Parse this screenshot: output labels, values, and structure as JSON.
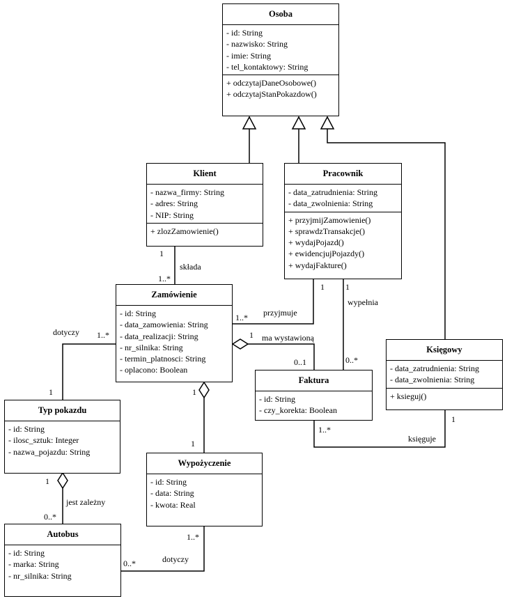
{
  "classes": {
    "osoba": {
      "name": "Osoba",
      "attributes": [
        "- id: String",
        "- nazwisko: String",
        "- imie: String",
        "- tel_kontaktowy: String"
      ],
      "operations": [
        "+ odczytajDaneOsobowe()",
        "+ odczytajStanPokazdow()"
      ]
    },
    "klient": {
      "name": "Klient",
      "attributes": [
        "- nazwa_firmy: String",
        "- adres: String",
        "- NIP: String"
      ],
      "operations": [
        "+ zlozZamowienie()"
      ]
    },
    "pracownik": {
      "name": "Pracownik",
      "attributes": [
        "- data_zatrudnienia: String",
        "- data_zwolnienia: String"
      ],
      "operations": [
        "+ przyjmijZamowienie()",
        "+ sprawdzTransakcje()",
        "+ wydajPojazd()",
        "+ ewidencjujPojazdy()",
        "+ wydajFakture()"
      ]
    },
    "ksiegowy": {
      "name": "Księgowy",
      "attributes": [
        "- data_zatrudnienia: String",
        "- data_zwolnienia: String"
      ],
      "operations": [
        "+ ksieguj()"
      ]
    },
    "zamowienie": {
      "name": "Zamówienie",
      "attributes": [
        "- id: String",
        "- data_zamowienia: String",
        "- data_realizacji: String",
        "- nr_silnika: String",
        "- termin_platnosci: String",
        "- oplacono: Boolean"
      ],
      "operations": []
    },
    "faktura": {
      "name": "Faktura",
      "attributes": [
        "- id: String",
        "- czy_korekta: Boolean"
      ],
      "operations": []
    },
    "typ_pokazdu": {
      "name": "Typ pokazdu",
      "attributes": [
        "- id: String",
        "- ilosc_sztuk: Integer",
        "- nazwa_pojazdu: String"
      ],
      "operations": []
    },
    "wypozyczenie": {
      "name": "Wypożyczenie",
      "attributes": [
        "- id: String",
        "- data: String",
        "- kwota: Real"
      ],
      "operations": []
    },
    "autobus": {
      "name": "Autobus",
      "attributes": [
        "- id: String",
        "- marka: String",
        "- nr_silnika: String"
      ],
      "operations": []
    }
  },
  "labels": {
    "sklada": "składa",
    "przyjmuje": "przyjmuje",
    "wypelnia": "wypełnia",
    "ma_wystawiona": "ma wystawioną",
    "dotyczy_typ": "dotyczy",
    "dotyczy_autobus": "dotyczy",
    "jest_zalezny": "jest zależny",
    "ksieguje": "księguje",
    "m_klient_1": "1",
    "m_zam_1n_klient": "1..*",
    "m_zam_1n_prac": "1..*",
    "m_prac_1_a": "1",
    "m_prac_1_b": "1",
    "m_zam_1_fakt": "1",
    "m_fakt_01": "0..1",
    "m_fakt_0n": "0..*",
    "m_zam_1n_typ": "1..*",
    "m_typ_1": "1",
    "m_zam_1_wyp": "1",
    "m_wyp_1": "1",
    "m_typ_1_aut": "1",
    "m_aut_0n": "0..*",
    "m_wyp_1n": "1..*",
    "m_aut_0n_wyp": "0..*",
    "m_fakt_1n": "1..*",
    "m_ksieg_1": "1"
  }
}
